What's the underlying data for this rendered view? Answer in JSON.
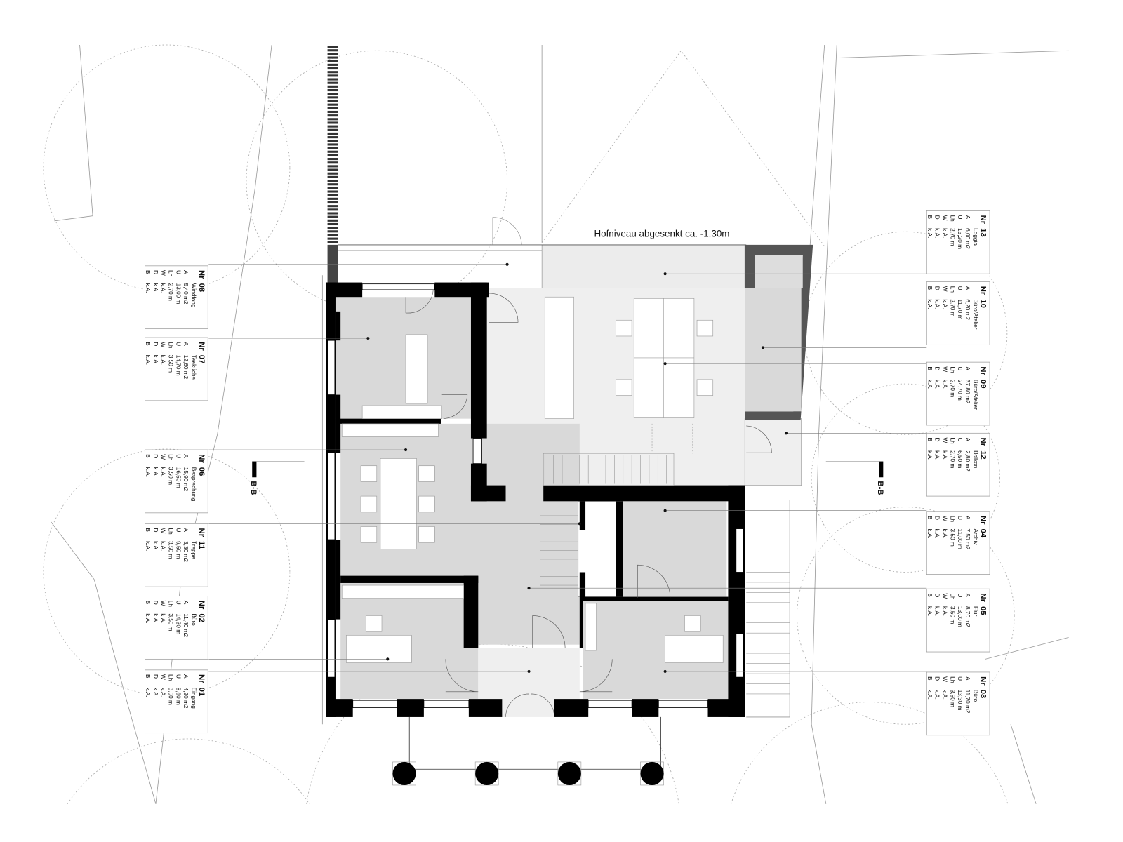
{
  "plan": {
    "title": "Hofniveau abgesenkt ca. -1.30m",
    "section_label_left": "B-B",
    "section_label_right": "B-B",
    "field_labels": {
      "nr": "Nr",
      "A": "A",
      "U": "U",
      "Lh": "Lh",
      "W": "W",
      "D": "D",
      "B": "B"
    }
  },
  "rooms_left": [
    {
      "nr": "08",
      "name": "Windfang",
      "A": "5,40 m2",
      "U": "13,00 m",
      "Lh": "2,70 m",
      "W": "k.A.",
      "D": "k.A.",
      "B": "k.A."
    },
    {
      "nr": "07",
      "name": "Teeküche",
      "A": "12,60 m2",
      "U": "14,70 m",
      "Lh": "3,50 m",
      "W": "k.A.",
      "D": "k.A.",
      "B": "k.A."
    },
    {
      "nr": "06",
      "name": "Besprechung",
      "A": "15,90 m2",
      "U": "16,50 m",
      "Lh": "3,50 m",
      "W": "k.A.",
      "D": "k.A.",
      "B": "k.A."
    },
    {
      "nr": "11",
      "name": "Treppe",
      "A": "3,30 m2",
      "U": "9,50 m",
      "Lh": "3,50 m",
      "W": "k.A.",
      "D": "k.A.",
      "B": "k.A."
    },
    {
      "nr": "02",
      "name": "Büro",
      "A": "11,40 m2",
      "U": "14,30 m",
      "Lh": "3,50 m",
      "W": "k.A.",
      "D": "k.A.",
      "B": "k.A."
    },
    {
      "nr": "01",
      "name": "Eingang",
      "A": "4,20 m2",
      "U": "8,60 m",
      "Lh": "3,50 m",
      "W": "k.A.",
      "D": "k.A.",
      "B": "k.A."
    }
  ],
  "rooms_right": [
    {
      "nr": "13",
      "name": "Loggia",
      "A": "6,00 m2",
      "U": "13,20 m",
      "Lh": "2,70 m",
      "W": "k.A.",
      "D": "k.A.",
      "B": "k.A."
    },
    {
      "nr": "10",
      "name": "Büro/Atelier",
      "A": "6,20 m2",
      "U": "11,70 m",
      "Lh": "2,70 m",
      "W": "k.A.",
      "D": "k.A.",
      "B": "k.A."
    },
    {
      "nr": "09",
      "name": "Büro/Atelier",
      "A": "37,80 m2",
      "U": "24,70 m",
      "Lh": "2,70 m",
      "W": "k.A.",
      "D": "k.A.",
      "B": "k.A."
    },
    {
      "nr": "12",
      "name": "Balkon",
      "A": "2,80 m2",
      "U": "6,50 m",
      "Lh": "2,70 m",
      "W": "k.A.",
      "D": "k.A.",
      "B": "k.A."
    },
    {
      "nr": "04",
      "name": "Archiv",
      "A": "7,50 m2",
      "U": "11,00 m",
      "Lh": "3,50 m",
      "W": "k.A.",
      "D": "k.A.",
      "B": "k.A."
    },
    {
      "nr": "05",
      "name": "Flur",
      "A": "8,70 m2",
      "U": "13,00 m",
      "Lh": "3,50 m",
      "W": "k.A.",
      "D": "k.A.",
      "B": "k.A."
    },
    {
      "nr": "03",
      "name": "Büro",
      "A": "11,70 m2",
      "U": "13,30 m",
      "Lh": "3,50 m",
      "W": "k.A.",
      "D": "k.A.",
      "B": "k.A."
    }
  ],
  "colors": {
    "wall": "#000000",
    "room_dark": "#d9d9d9",
    "room_light": "#efefef",
    "loggia": "#555555",
    "line": "#999999"
  }
}
